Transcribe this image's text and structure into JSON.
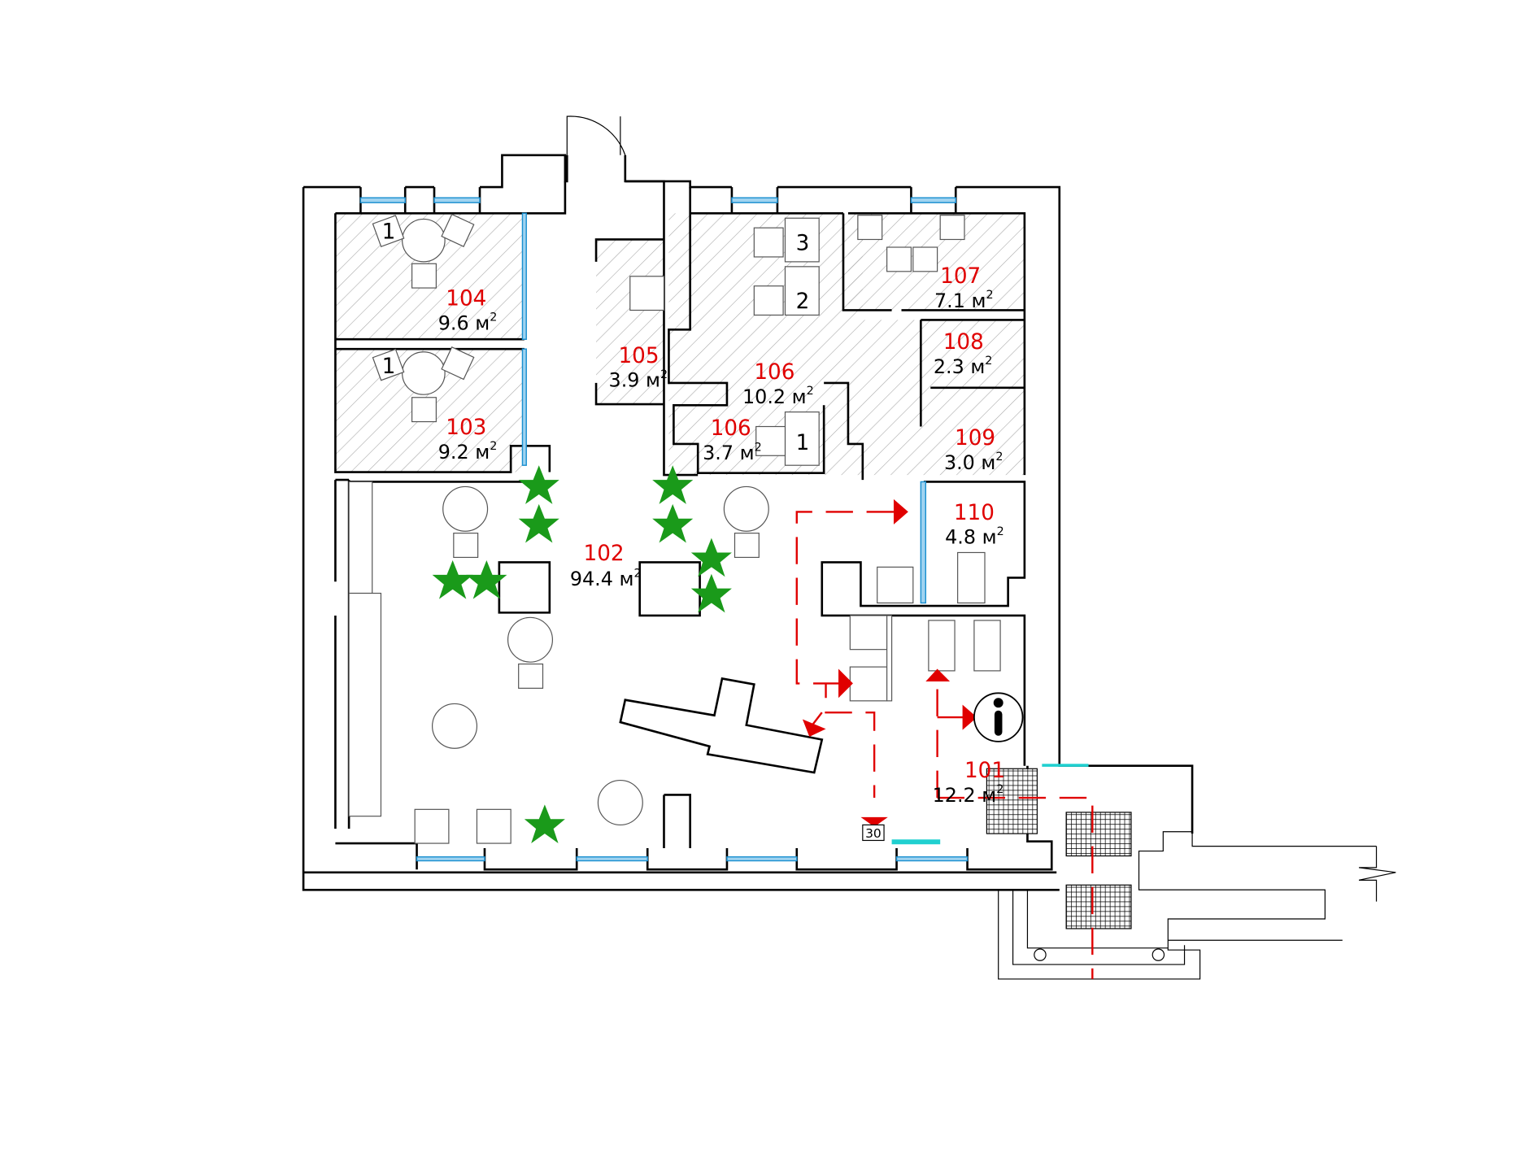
{
  "plan": {
    "rooms": [
      {
        "id": "101",
        "area": "12.2",
        "unit": "м",
        "sup": "2"
      },
      {
        "id": "102",
        "area": "94.4",
        "unit": "м",
        "sup": "2"
      },
      {
        "id": "103",
        "area": "9.2",
        "unit": "м",
        "sup": "2"
      },
      {
        "id": "104",
        "area": "9.6",
        "unit": "м",
        "sup": "2"
      },
      {
        "id": "105",
        "area": "3.9",
        "unit": "м",
        "sup": "2"
      },
      {
        "id": "106",
        "area": "10.2",
        "unit": "м",
        "sup": "2"
      },
      {
        "id": "106",
        "area": "3.7",
        "unit": "м",
        "sup": "2"
      },
      {
        "id": "107",
        "area": "7.1",
        "unit": "м",
        "sup": "2"
      },
      {
        "id": "108",
        "area": "2.3",
        "unit": "м",
        "sup": "2"
      },
      {
        "id": "109",
        "area": "3.0",
        "unit": "м",
        "sup": "2"
      },
      {
        "id": "110",
        "area": "4.8",
        "unit": "м",
        "sup": "2"
      }
    ],
    "markers": [
      "1",
      "1",
      "3",
      "2",
      "1"
    ],
    "tag": "30",
    "colors": {
      "room_number": "#e00000",
      "evacuation_route": "#e00000",
      "window": "#1a8fd0",
      "plant": "#1a9a1a"
    }
  }
}
